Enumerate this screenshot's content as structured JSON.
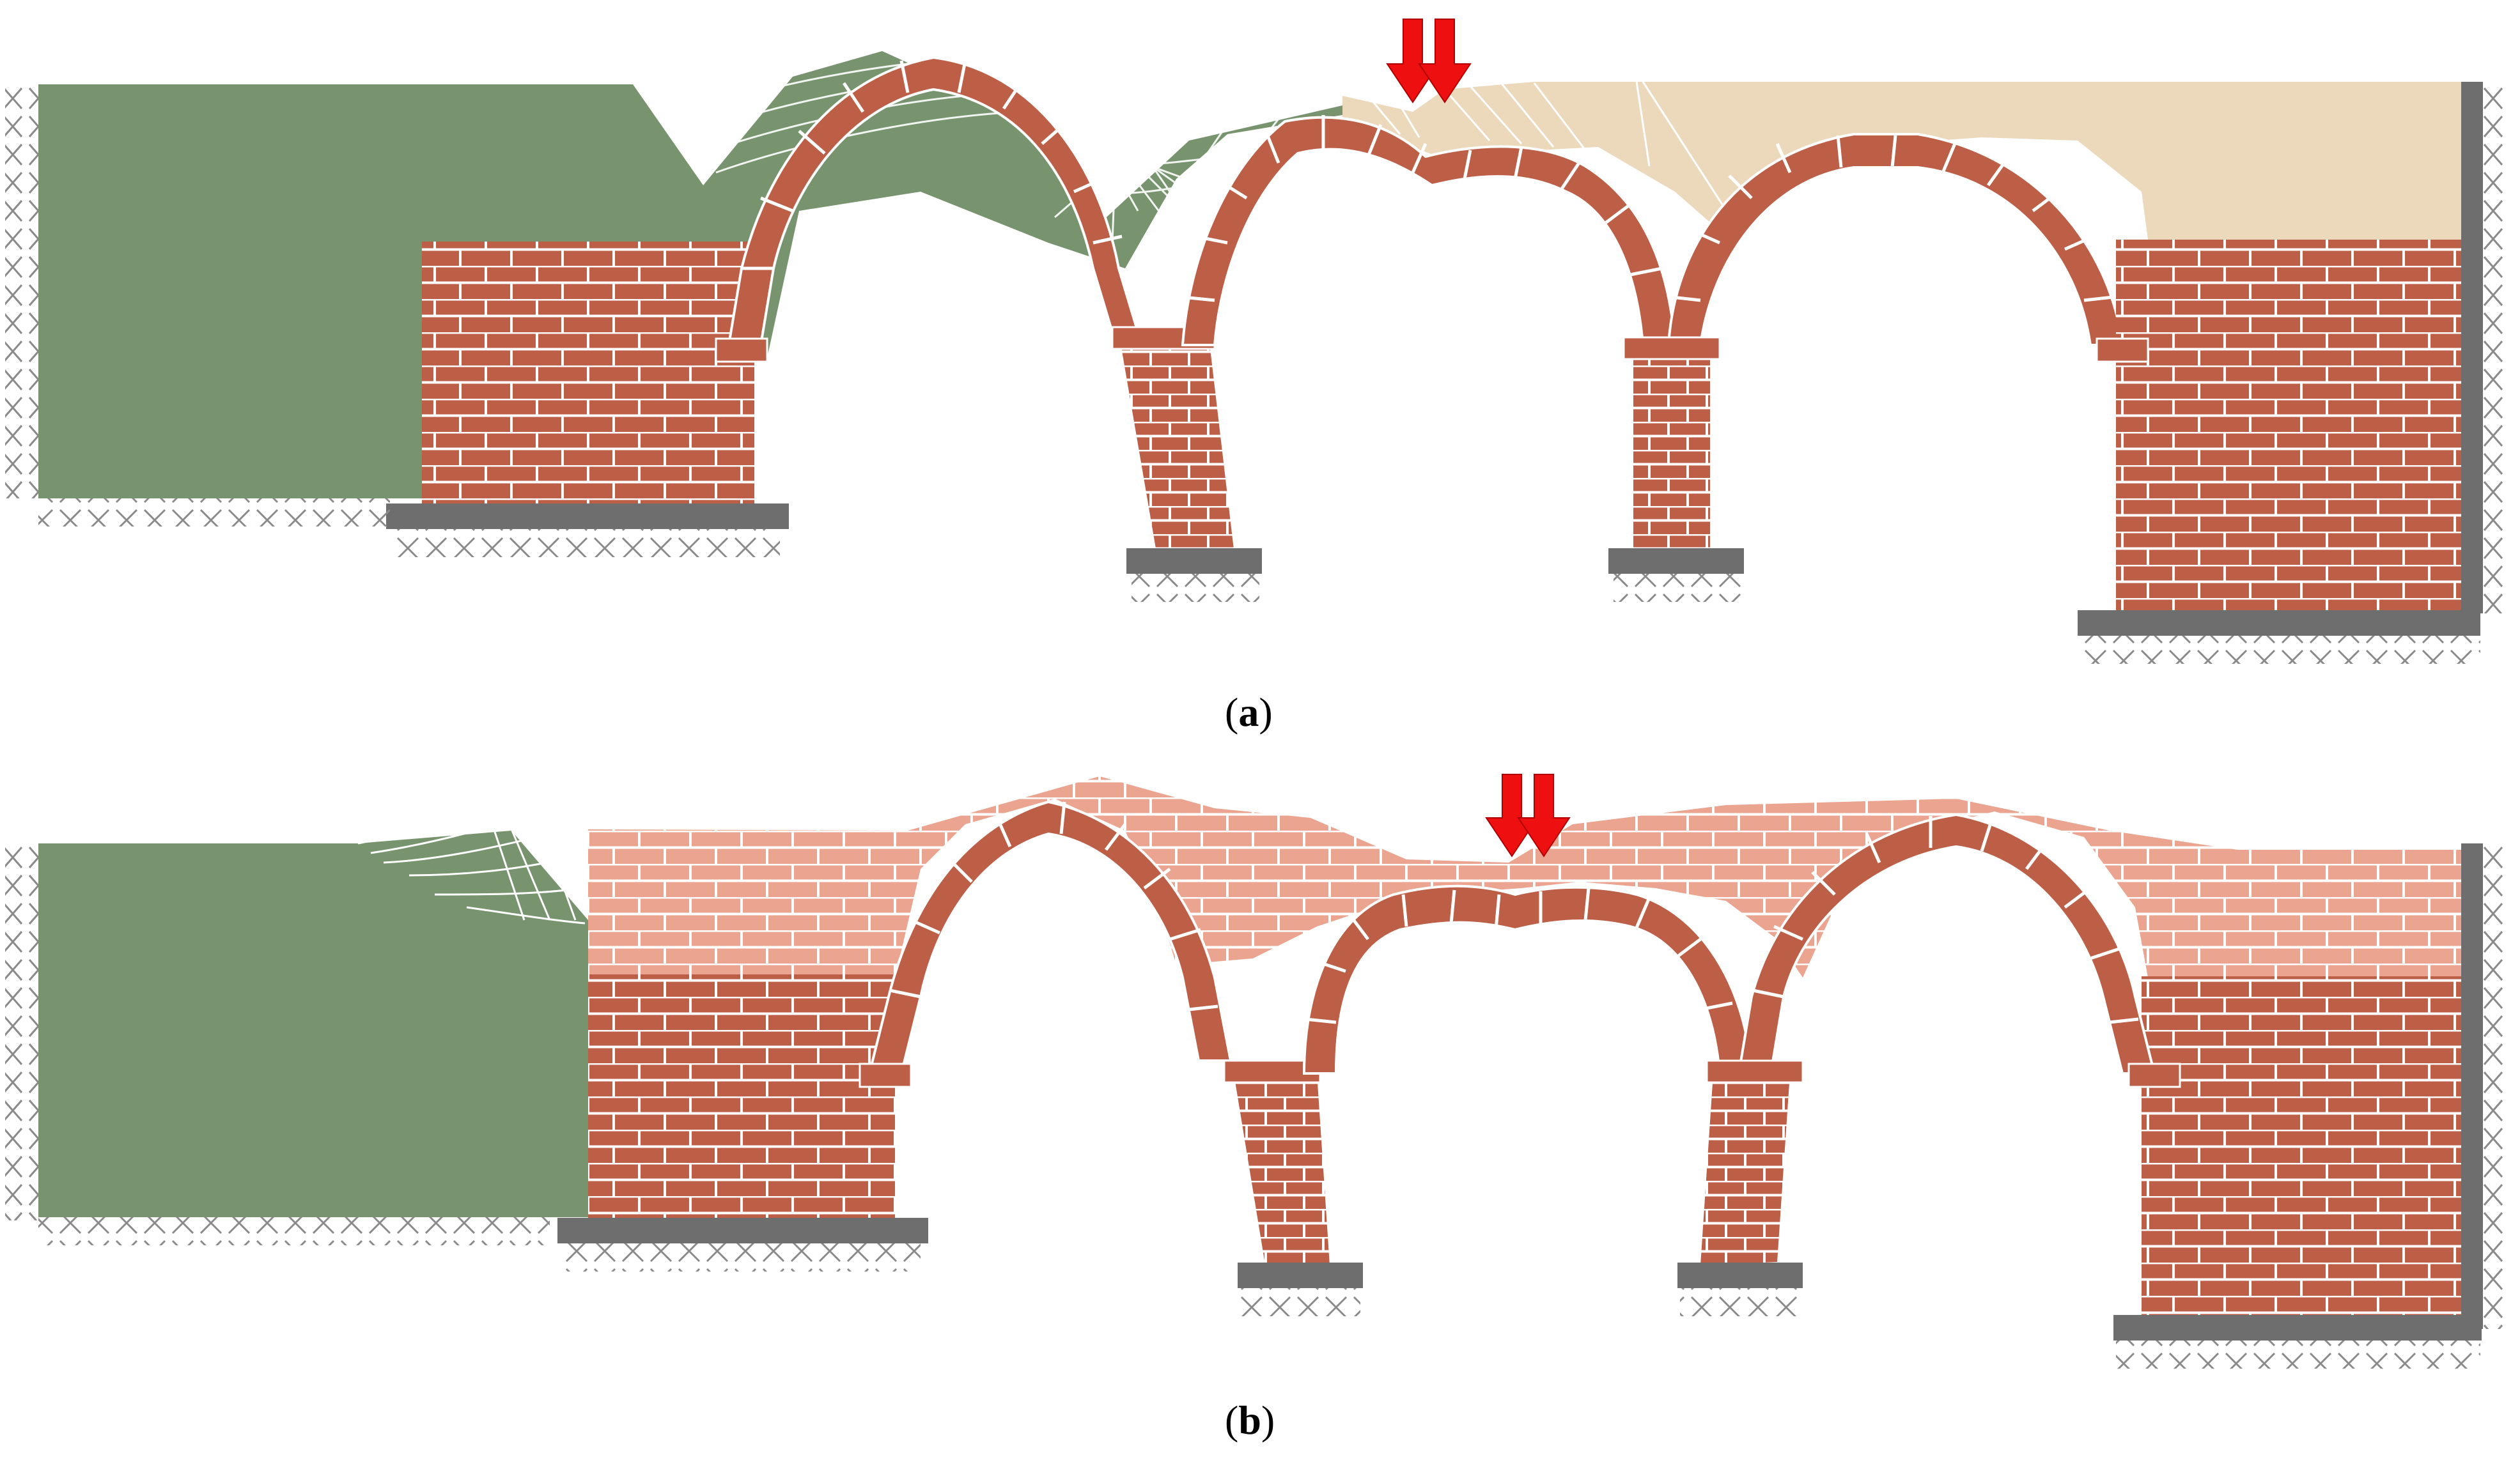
{
  "captions": {
    "a": "a",
    "b": "b"
  },
  "colors": {
    "backfill_green": "#78946f",
    "brick": "#bd5e46",
    "brick_light": "#eba48f",
    "mortar": "#ffffff",
    "fill_beige": "#ecd9bc",
    "footing": "#6e6e6e",
    "ground_hatch": "#8a8a8a",
    "load_arrow": "#ee1010"
  },
  "icons": {
    "load": "double-down-arrow-icon",
    "support": "hatched-fixed-support"
  }
}
